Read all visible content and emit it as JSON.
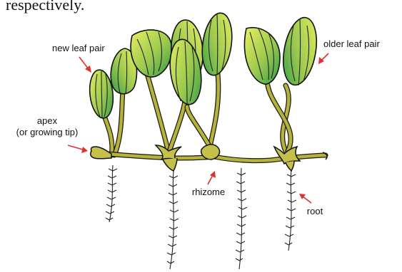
{
  "caption_fragment": "respectively.",
  "labels": {
    "new_leaf_pair": "new leaf pair",
    "older_leaf_pair": "older leaf pair",
    "apex_line1": "apex",
    "apex_line2": "(or growing tip)",
    "rhizome": "rhizome",
    "root": "root"
  },
  "colors": {
    "leaf_light": "#e8ef60",
    "leaf_dark": "#2f9a48",
    "stem": "#b5b33c",
    "node": "#c4c049",
    "arrow": "#e03030",
    "outline": "#111111"
  }
}
